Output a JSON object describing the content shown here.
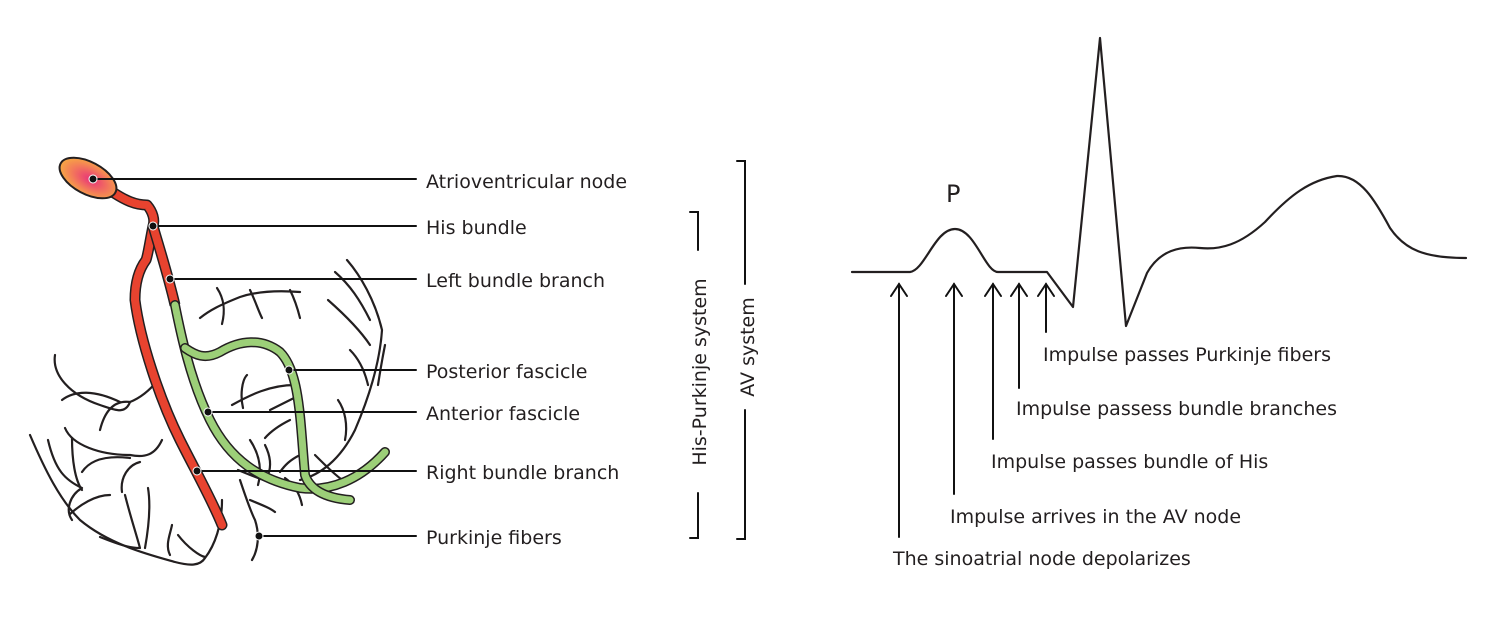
{
  "left_diagram": {
    "title": "Cardiac conduction system",
    "colors": {
      "av_node_outer": "#f7a93b",
      "av_node_inner": "#e8317a",
      "red_branch": "#e8432f",
      "green_branch": "#9ccf78",
      "ink": "#231f20"
    },
    "labels": [
      {
        "id": "av-node",
        "text": "Atrioventricular node"
      },
      {
        "id": "his-bundle",
        "text": "His bundle"
      },
      {
        "id": "left-bundle-branch",
        "text": "Left bundle branch"
      },
      {
        "id": "posterior-fascicle",
        "text": "Posterior fascicle"
      },
      {
        "id": "anterior-fascicle",
        "text": "Anterior fascicle"
      },
      {
        "id": "right-bundle-branch",
        "text": "Right bundle branch"
      },
      {
        "id": "purkinje-fibers",
        "text": "Purkinje fibers"
      }
    ],
    "brackets": {
      "his_purkinje": "His-Purkinje system",
      "av_system": "AV system"
    }
  },
  "ecg": {
    "wave_label": "P",
    "annotations": [
      {
        "id": "sa-node",
        "text": "The sinoatrial node depolarizes"
      },
      {
        "id": "av-node-arrival",
        "text": "Impulse arrives in the AV node"
      },
      {
        "id": "bundle-of-his",
        "text": "Impulse passes bundle of His"
      },
      {
        "id": "bundle-branches",
        "text": "Impulse passess bundle branches"
      },
      {
        "id": "purkinje",
        "text": "Impulse passes Purkinje fibers"
      }
    ]
  }
}
